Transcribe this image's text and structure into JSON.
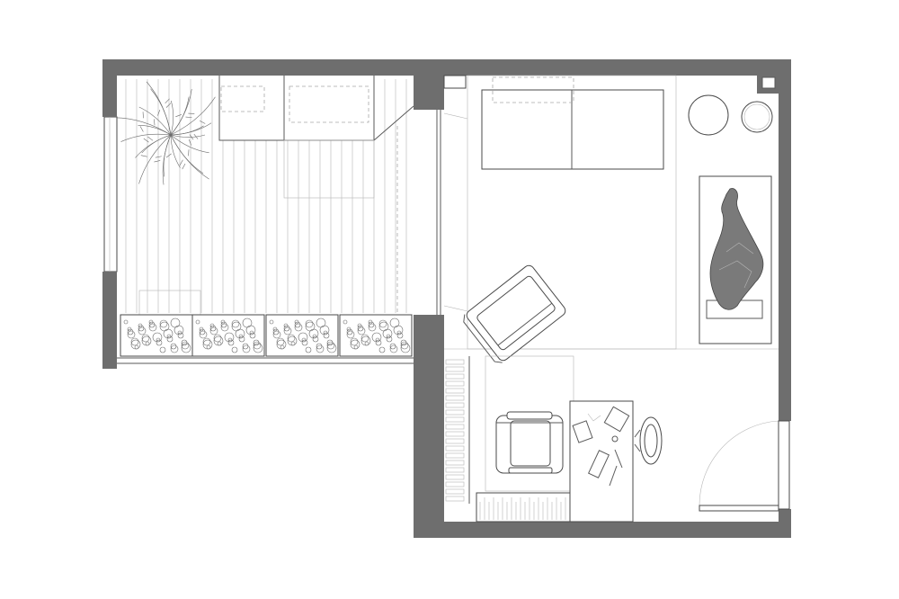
{
  "plan": {
    "colors": {
      "background": "#ffffff",
      "wall": "#6e6e6e",
      "line": "#5a5a5a",
      "light_line": "#b5b5b5",
      "figure": "#7a7a7a"
    },
    "spaces": [
      "balcony-deck",
      "bedroom",
      "study-corner"
    ],
    "furniture": [
      "double-bed",
      "bedside-table-left",
      "bedside-table-right",
      "armchair",
      "bench-with-figure",
      "desk",
      "desk-chair",
      "side-chair",
      "planter-boxes",
      "potted-palm",
      "entry-door"
    ]
  }
}
